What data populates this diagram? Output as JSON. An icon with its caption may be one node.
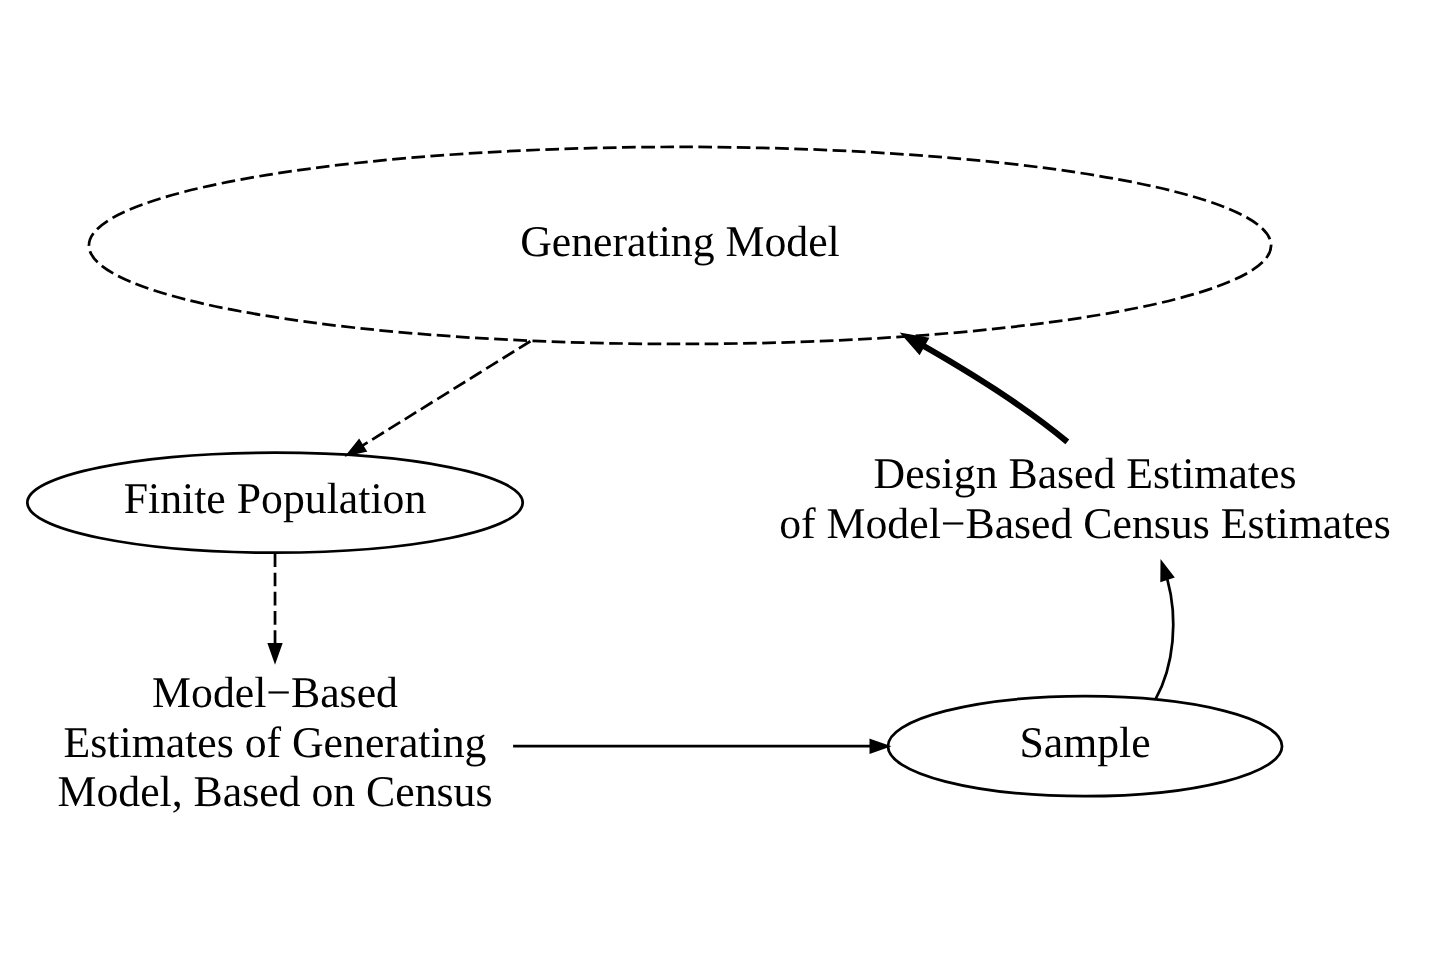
{
  "diagram": {
    "nodes": [
      {
        "text": [
          "Generating Model"
        ]
      },
      {
        "text": [
          "Finite Population"
        ]
      },
      {
        "text": [
          "Design Based Estimates of Model−Based Census Estimates"
        ]
      },
      {
        "text": [
          "Model−Based Estimates of Generating Model, Based on Census"
        ]
      },
      {
        "text": [
          "Sample"
        ]
      }
    ],
    "edges": [
      {
        "from": 0,
        "to": 1,
        "arrow": "to",
        "style": "dashed"
      },
      {
        "from": 1,
        "to": 3,
        "arrow": "to",
        "style": "dashed"
      },
      {
        "from": 3,
        "to": 4,
        "arrow": "to"
      },
      {
        "from": 4,
        "to": 2,
        "arrow": "to"
      },
      {
        "from": 2,
        "to": 0,
        "arrow": "to",
        "style": "thick"
      }
    ]
  }
}
